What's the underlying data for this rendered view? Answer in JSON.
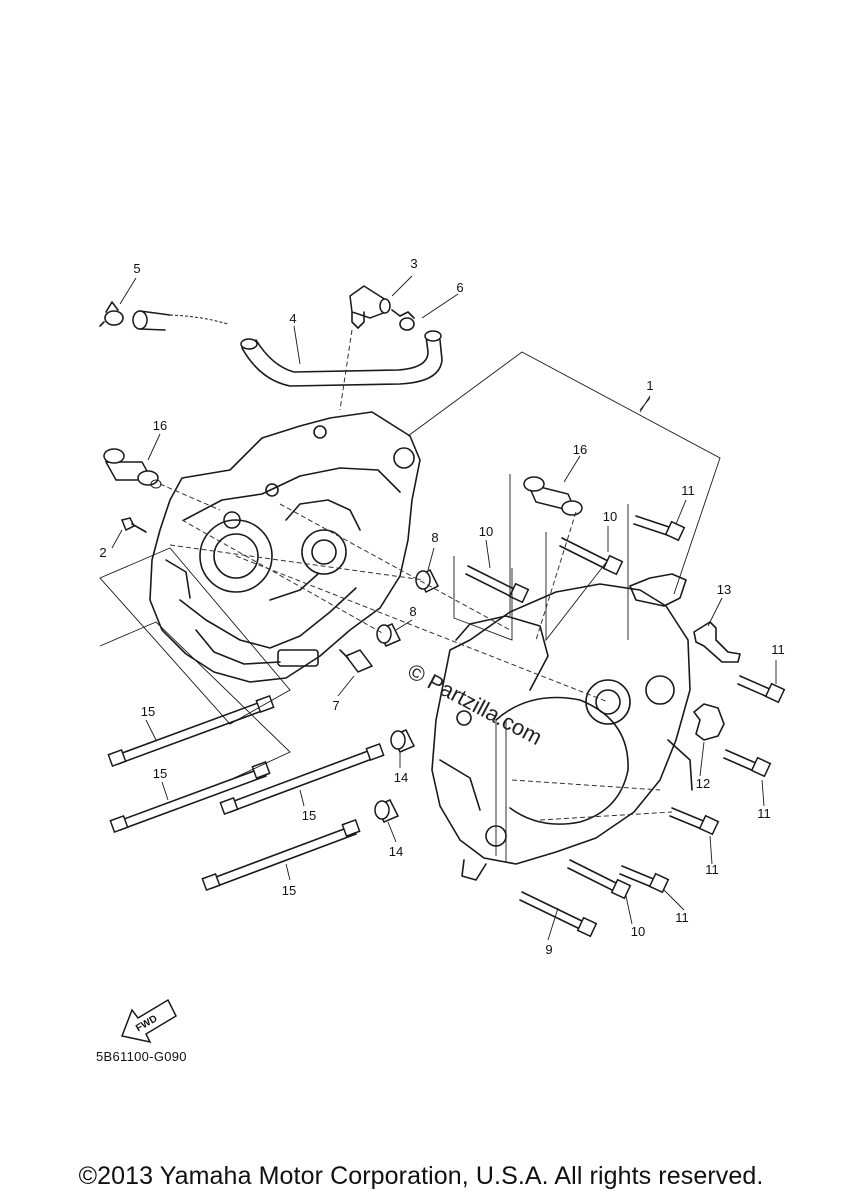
{
  "diagram": {
    "callouts": [
      {
        "id": "c1",
        "text": "1"
      },
      {
        "id": "c2",
        "text": "2"
      },
      {
        "id": "c3",
        "text": "3"
      },
      {
        "id": "c4",
        "text": "4"
      },
      {
        "id": "c5",
        "text": "5"
      },
      {
        "id": "c6",
        "text": "6"
      },
      {
        "id": "c7",
        "text": "7"
      },
      {
        "id": "c8a",
        "text": "8"
      },
      {
        "id": "c8b",
        "text": "8"
      },
      {
        "id": "c9",
        "text": "9"
      },
      {
        "id": "c10a",
        "text": "10"
      },
      {
        "id": "c10b",
        "text": "10"
      },
      {
        "id": "c10c",
        "text": "10"
      },
      {
        "id": "c11a",
        "text": "11"
      },
      {
        "id": "c11b",
        "text": "11"
      },
      {
        "id": "c11c",
        "text": "11"
      },
      {
        "id": "c11d",
        "text": "11"
      },
      {
        "id": "c11e",
        "text": "11"
      },
      {
        "id": "c12",
        "text": "12"
      },
      {
        "id": "c13",
        "text": "13"
      },
      {
        "id": "c14a",
        "text": "14"
      },
      {
        "id": "c14b",
        "text": "14"
      },
      {
        "id": "c15a",
        "text": "15"
      },
      {
        "id": "c15b",
        "text": "15"
      },
      {
        "id": "c15c",
        "text": "15"
      },
      {
        "id": "c15d",
        "text": "15"
      },
      {
        "id": "c16a",
        "text": "16"
      },
      {
        "id": "c16b",
        "text": "16"
      }
    ],
    "fwd_label": "FWD",
    "watermark": "© Partzilla.com",
    "diagram_code": "5B61100-G090"
  },
  "footer": {
    "copyright": "©2013 Yamaha Motor Corporation, U.S.A. All rights reserved."
  }
}
